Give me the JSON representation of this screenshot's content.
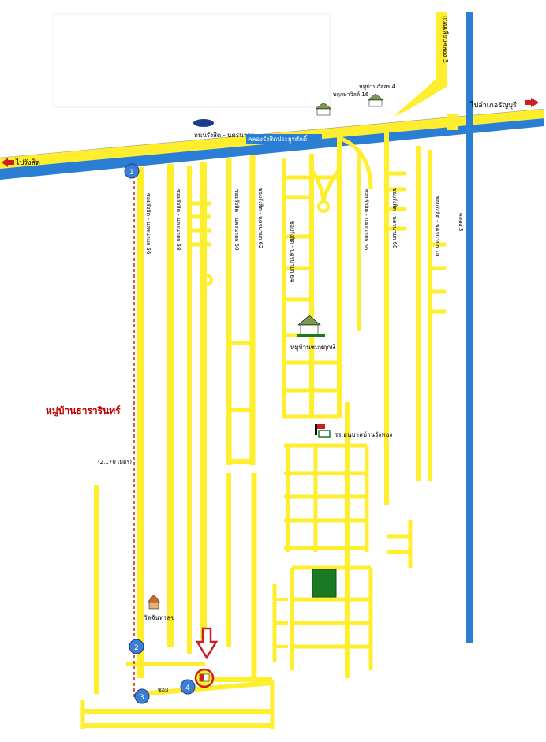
{
  "labels": {
    "to_rangsit": "ไปรังสิต",
    "to_thanyaburi": "ไปอำเภอธัญบุรี",
    "main_road_north": "ถนนรังสิต - นครนายก",
    "main_road_south": "คลองรังสิตประยูรศักดิ์",
    "canal_road": "ถนนเลียบคลอง 3",
    "right_canal": "คลอง 3",
    "village_thararin": "หมู่บ้านธารารินทร์",
    "village_chomphu": "หมู่บ้านชมพฤกษ์",
    "village_pattra": "หมู่บ้านภัสสร 4",
    "village_pruksa": "พฤกษาวิลล์ 16",
    "school": "รร.อนุบาลบ้านวังทอง",
    "temple": "วัดจันทรสุข",
    "distance": "(2,170 เมตร)",
    "alley_label": "ซอย"
  },
  "sois": {
    "s56": "ซอยรังสิต - นครนายก 56",
    "s58": "ซอยรังสิต - นครนายก 58",
    "s60": "ซอยรังสิต - นครนายก 60",
    "s62": "ซอยรังสิต - นครนายก 62",
    "s64": "ซอยรังสิต - นครนายก 64",
    "s66": "ซอยรังสิต - นครนายก 66",
    "s68": "ซอยรังสิต - นครนายก 68",
    "s70": "ซอยรังสิต - นครนายก 70"
  },
  "markers": [
    "1",
    "2",
    "3",
    "4"
  ],
  "colors": {
    "road": "#ffee2e",
    "canal": "#2a7fd4",
    "arrow": "#cc1f1f",
    "route": "#cc1f1f",
    "park": "#1a7a24",
    "marker": "#3a7ed8"
  }
}
